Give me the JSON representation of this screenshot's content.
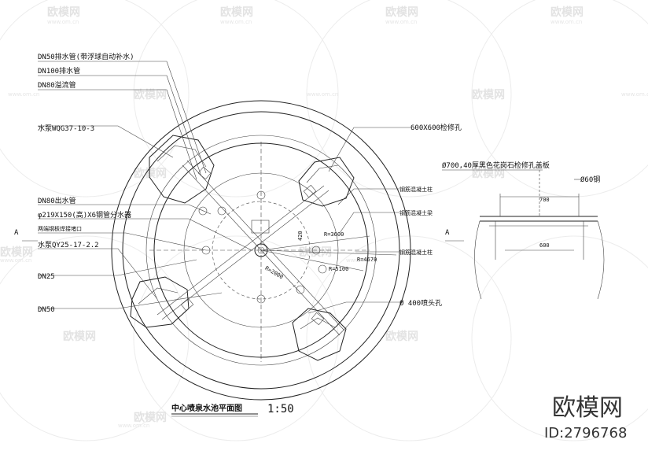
{
  "watermark": {
    "logo_text": "欧模网",
    "url_text": "www.om.cn"
  },
  "brand": {
    "name": "欧模网",
    "id_text": "ID:2796768"
  },
  "plan": {
    "title": "中心喷泉水池平面图",
    "scale": "1:50",
    "left_labels": [
      "DN50排水管(带浮球自动补水)",
      "DN100排水管",
      "DN80溢流管",
      "水泵WQG37-10-3",
      "DN80出水管",
      "φ219X150(高)X6钢管分水器",
      "两端钢板焊接堵口",
      "水泵QY25-17-2.2",
      "DN25",
      "DN50"
    ],
    "right_labels": [
      "600X600检修孔",
      "钢筋混凝土柱",
      "钢筋混凝土梁",
      "钢筋混凝土柱",
      "Ø 400喷头孔"
    ],
    "dims": [
      "R=3600",
      "R=4670",
      "R=2000",
      "R=5100",
      "420"
    ],
    "section_mark": "A"
  },
  "detail": {
    "title": "Ø700,40厚黑色花岗石检修孔盖板",
    "pipe_label": "Ø60钢",
    "dim_top": "700",
    "dim_bottom": "600",
    "section_mark": "A"
  }
}
